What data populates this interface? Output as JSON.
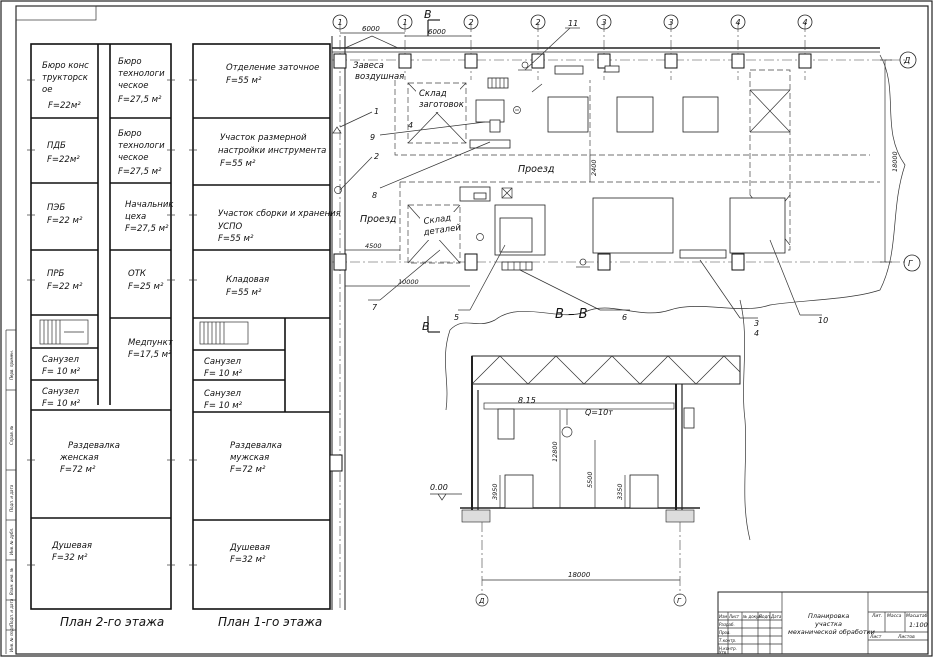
{
  "plan2": {
    "title": "План 2-го этажа",
    "rooms": [
      {
        "lines": [
          "Бюро конс",
          "трукторск",
          "ое",
          "F=22м²"
        ]
      },
      {
        "lines": [
          "Бюро",
          "технологи",
          "ческое",
          "F=27,5 м²"
        ]
      },
      {
        "lines": [
          "Бюро",
          "технологи",
          "ческое",
          "F=27,5 м²"
        ]
      },
      {
        "lines": [
          "ПДБ",
          "F=22м²"
        ]
      },
      {
        "lines": [
          "ПЭБ",
          "F=22 м²"
        ]
      },
      {
        "lines": [
          "Начальник",
          "цеха",
          "F=27,5 м²"
        ]
      },
      {
        "lines": [
          "ПРБ",
          "F=22 м²"
        ]
      },
      {
        "lines": [
          "ОТК",
          "F=25 м²"
        ]
      },
      {
        "lines": [
          "Медпункт",
          "F=17,5 м²"
        ]
      },
      {
        "lines": [
          "Санузел",
          "F= 10 м²"
        ]
      },
      {
        "lines": [
          "Санузел",
          "F= 10 м²"
        ]
      },
      {
        "lines": [
          "Раздевалка",
          "женская",
          "F=72 м²"
        ]
      },
      {
        "lines": [
          "Душевая",
          "F=32 м²"
        ]
      }
    ]
  },
  "plan1": {
    "title": "План 1-го этажа",
    "rooms": [
      {
        "lines": [
          "Отделение заточное",
          "F=55 м²"
        ]
      },
      {
        "lines": [
          "Участок размерной",
          "настройки инструмента",
          "F=55 м²"
        ]
      },
      {
        "lines": [
          "Участок сборки и хранения",
          "УСПО",
          "F=55 м²"
        ]
      },
      {
        "lines": [
          "Кладовая",
          "F=55 м²"
        ]
      },
      {
        "lines": [
          "Санузел",
          "F= 10 м²"
        ]
      },
      {
        "lines": [
          "Санузел",
          "F= 10 м²"
        ]
      },
      {
        "lines": [
          "Раздевалка",
          "мужская",
          "F=72 м²"
        ]
      },
      {
        "lines": [
          "Душевая",
          "F=32 м²"
        ]
      }
    ]
  },
  "workshop": {
    "axes_top": [
      "1",
      "1",
      "2",
      "2",
      "3",
      "3",
      "4",
      "4"
    ],
    "axes_right": [
      "Д",
      "Г"
    ],
    "dims": [
      "6000",
      "6000",
      "2400",
      "18000",
      "4500",
      "10000"
    ],
    "labels": {
      "curtain": [
        "Завеса",
        "воздушная"
      ],
      "store_blanks": [
        "Склад",
        "заготовок"
      ],
      "store_parts": [
        "Склад",
        "деталей"
      ],
      "passage_top": "Проезд",
      "passage_left": "Проезд"
    },
    "section_mark": "В",
    "leaders": [
      "1",
      "2",
      "3",
      "4",
      "4",
      "5",
      "6",
      "7",
      "8",
      "9",
      "10",
      "11"
    ]
  },
  "section": {
    "title": "В – В",
    "level_zero": "0.00",
    "crane_level": "8.15",
    "crane_load": "Q=10т",
    "dims": [
      "12800",
      "5500",
      "3950",
      "3350",
      "18000"
    ],
    "axes": [
      "Д",
      "Г"
    ]
  },
  "title_block": {
    "title_lines": [
      "Планировка",
      "участка",
      "механической обработки"
    ],
    "scale": "1:100",
    "heads": [
      "Лит.",
      "Масса",
      "Масштаб"
    ],
    "sheet": "Лист",
    "sheets": "Листов",
    "cols": [
      "Изм",
      "Лист",
      "№ докум.",
      "Подп.",
      "Дата"
    ],
    "rows": [
      "Разраб.",
      "Пров.",
      "Т.контр.",
      "Н.контр.",
      "Утв."
    ]
  },
  "margin_labels": [
    "Перв. примен.",
    "Справ. №",
    "Подп. и дата",
    "Инв. № дубл.",
    "Взам. инв. №",
    "Подп. и дата",
    "Инв. № подл."
  ]
}
